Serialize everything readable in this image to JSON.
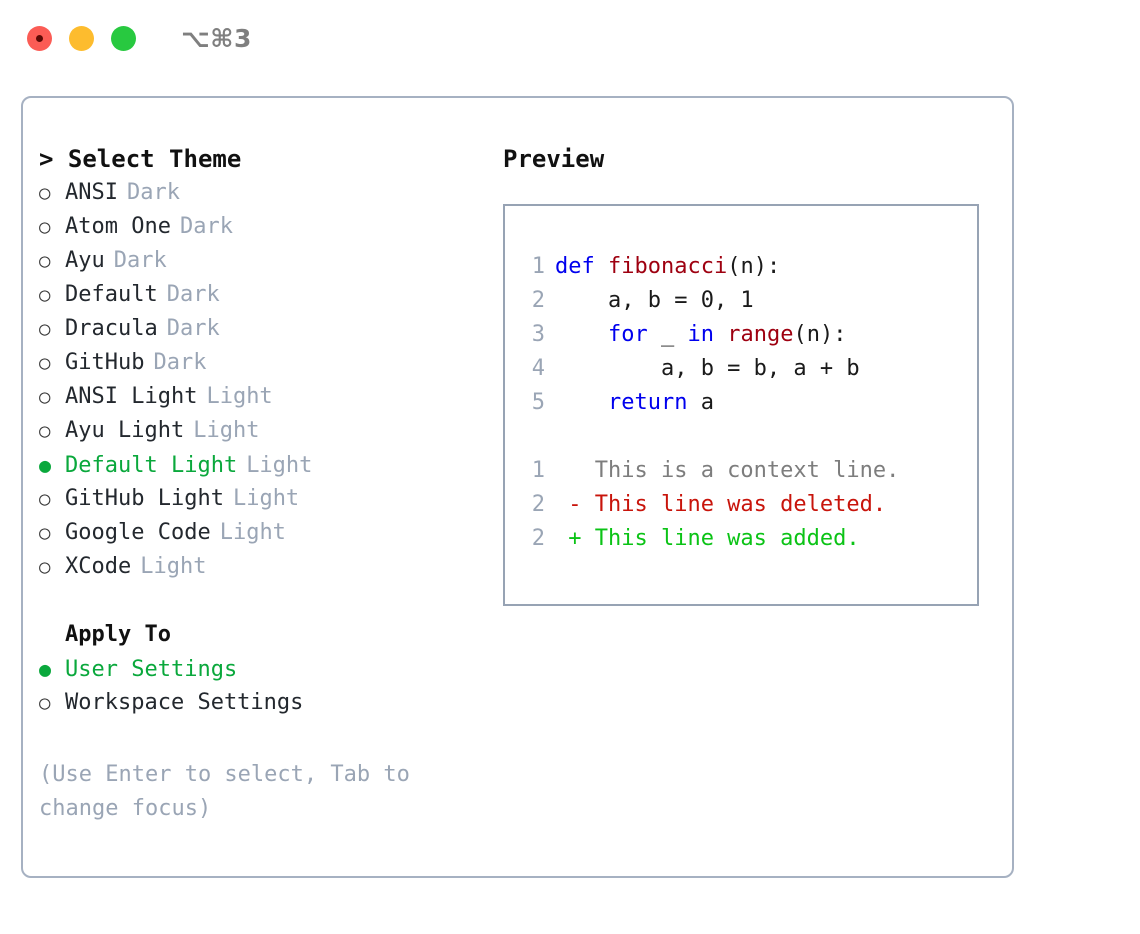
{
  "titlebar": {
    "shortcut": "⌥⌘3",
    "buttons": [
      {
        "name": "close",
        "color": "#fb5c55"
      },
      {
        "name": "minimize",
        "color": "#fdbc2e"
      },
      {
        "name": "maximize",
        "color": "#28c940"
      }
    ]
  },
  "colors": {
    "accent_green": "#0aa83c",
    "muted": "#9aa5b5",
    "border": "#a6b1c2",
    "preview_border": "#97a3b4",
    "keyword": "#0000ee",
    "function": "#9e0010",
    "diff_add": "#0bc316",
    "diff_del": "#c8140b",
    "diff_ctx": "#7d7d7d"
  },
  "theme_picker": {
    "header": "> Select Theme",
    "items": [
      {
        "bullet": "○",
        "label": "ANSI",
        "tag": "Dark",
        "selected": false
      },
      {
        "bullet": "○",
        "label": "Atom One",
        "tag": "Dark",
        "selected": false
      },
      {
        "bullet": "○",
        "label": "Ayu",
        "tag": "Dark",
        "selected": false
      },
      {
        "bullet": "○",
        "label": "Default",
        "tag": "Dark",
        "selected": false
      },
      {
        "bullet": "○",
        "label": "Dracula",
        "tag": "Dark",
        "selected": false
      },
      {
        "bullet": "○",
        "label": "GitHub",
        "tag": "Dark",
        "selected": false
      },
      {
        "bullet": "○",
        "label": "ANSI Light",
        "tag": "Light",
        "selected": false
      },
      {
        "bullet": "○",
        "label": "Ayu Light",
        "tag": "Light",
        "selected": false
      },
      {
        "bullet": "●",
        "label": "Default Light",
        "tag": "Light",
        "selected": true
      },
      {
        "bullet": "○",
        "label": "GitHub Light",
        "tag": "Light",
        "selected": false
      },
      {
        "bullet": "○",
        "label": "Google Code",
        "tag": "Light",
        "selected": false
      },
      {
        "bullet": "○",
        "label": "XCode",
        "tag": "Light",
        "selected": false
      }
    ]
  },
  "apply_to": {
    "label": "Apply To",
    "items": [
      {
        "bullet": "●",
        "label": "User Settings",
        "selected": true
      },
      {
        "bullet": "○",
        "label": "Workspace Settings",
        "selected": false
      }
    ]
  },
  "hint": "(Use Enter to select, Tab to change focus)",
  "preview": {
    "title": "Preview",
    "code_lines": [
      {
        "num": "1",
        "tokens": [
          {
            "t": "def",
            "c": "kw"
          },
          {
            "t": " ",
            "c": "pl"
          },
          {
            "t": "fibonacci",
            "c": "fn"
          },
          {
            "t": "(n):",
            "c": "pl"
          }
        ]
      },
      {
        "num": "2",
        "tokens": [
          {
            "t": "    a, b = 0, 1",
            "c": "pl"
          }
        ]
      },
      {
        "num": "3",
        "tokens": [
          {
            "t": "    ",
            "c": "pl"
          },
          {
            "t": "for",
            "c": "kw"
          },
          {
            "t": " _ ",
            "c": "pl"
          },
          {
            "t": "in",
            "c": "kw"
          },
          {
            "t": " ",
            "c": "pl"
          },
          {
            "t": "range",
            "c": "fn"
          },
          {
            "t": "(n):",
            "c": "pl"
          }
        ]
      },
      {
        "num": "4",
        "tokens": [
          {
            "t": "        a, b = b, a + b",
            "c": "pl"
          }
        ]
      },
      {
        "num": "5",
        "tokens": [
          {
            "t": "    ",
            "c": "pl"
          },
          {
            "t": "return",
            "c": "kw"
          },
          {
            "t": " a",
            "c": "pl"
          }
        ]
      }
    ],
    "diff_lines": [
      {
        "num": "1",
        "tokens": [
          {
            "t": "   This is a context line.",
            "c": "ctx"
          }
        ]
      },
      {
        "num": "2",
        "tokens": [
          {
            "t": " - This line was deleted.",
            "c": "del"
          }
        ]
      },
      {
        "num": "2",
        "tokens": [
          {
            "t": " + This line was added.",
            "c": "add"
          }
        ]
      }
    ]
  }
}
